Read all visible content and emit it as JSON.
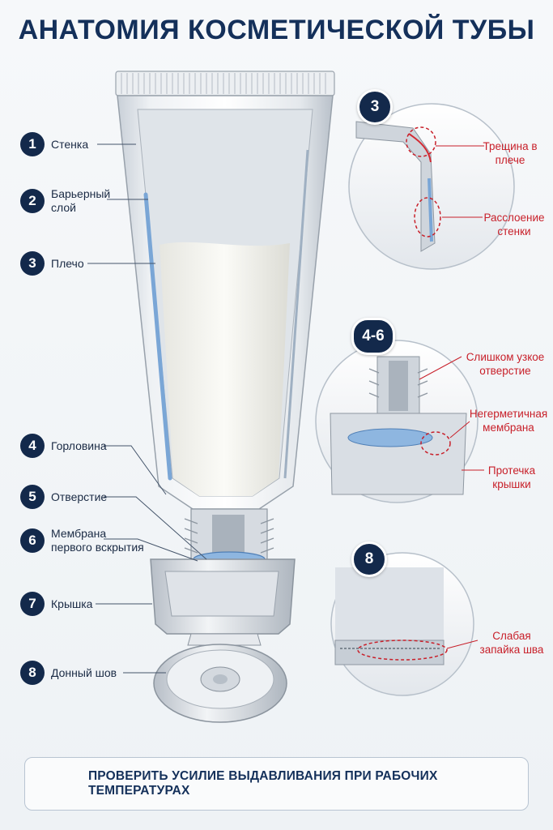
{
  "title": "АНАТОМИЯ КОСМЕТИЧЕСКОЙ ТУБЫ",
  "parts": [
    {
      "num": "1",
      "label": "Стенка"
    },
    {
      "num": "2",
      "label": "Барьерный слой"
    },
    {
      "num": "3",
      "label": "Плечо"
    },
    {
      "num": "4",
      "label": "Горловина"
    },
    {
      "num": "5",
      "label": "Отверстие"
    },
    {
      "num": "6",
      "label": "Мембрана первого вскрытия"
    },
    {
      "num": "7",
      "label": "Крышка"
    },
    {
      "num": "8",
      "label": "Донный шов"
    }
  ],
  "details": [
    {
      "badge": "3",
      "defects": [
        "Трещина в плече",
        "Расслоение стенки"
      ]
    },
    {
      "badge": "4-6",
      "defects": [
        "Слишком узкое отверстие",
        "Негерметичная мембрана",
        "Протечка крышки"
      ]
    },
    {
      "badge": "8",
      "defects": [
        "Слабая запайка шва"
      ]
    }
  ],
  "footer": {
    "text": "ПРОВЕРИТЬ УСИЛИЕ ВЫДАВЛИВАНИЯ ПРИ РАБОЧИХ ТЕМПЕРАТУРАХ",
    "icon": "thermometer-icon"
  },
  "colors": {
    "navy": "#13294b",
    "defect_red": "#c8202a",
    "barrier_blue": "#7aa6d6"
  }
}
